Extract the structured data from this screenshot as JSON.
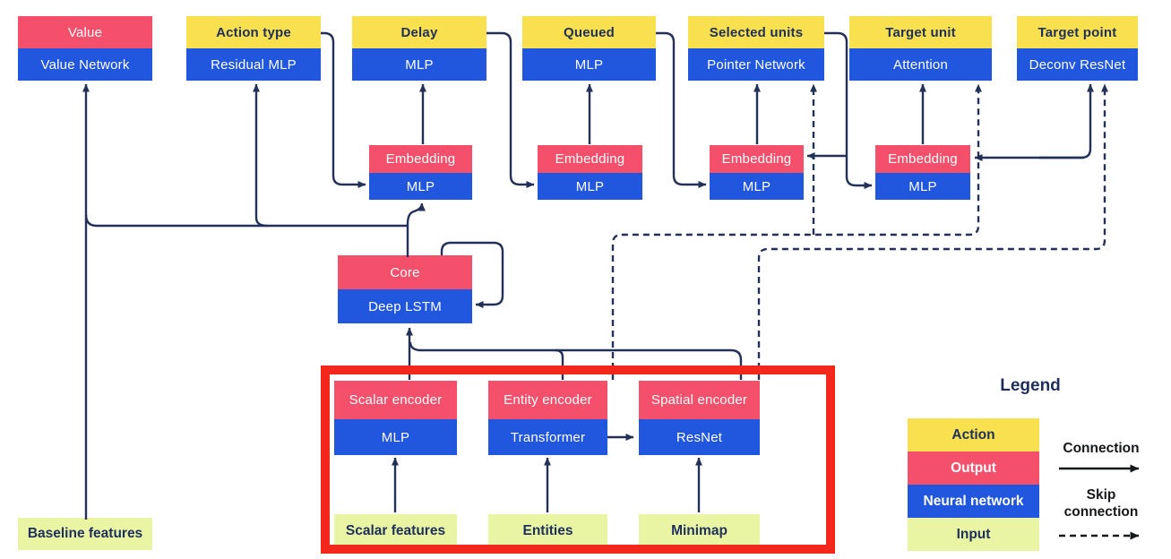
{
  "diagram": {
    "value_head": {
      "output": "Value",
      "network": "Value Network"
    },
    "baseline_input": {
      "label": "Baseline features"
    },
    "heads": [
      {
        "action": "Action type",
        "network": "Residual MLP"
      },
      {
        "action": "Delay",
        "network": "MLP"
      },
      {
        "action": "Queued",
        "network": "MLP"
      },
      {
        "action": "Selected units",
        "network": "Pointer Network"
      },
      {
        "action": "Target unit",
        "network": "Attention"
      },
      {
        "action": "Target point",
        "network": "Deconv ResNet"
      }
    ],
    "embeddings": [
      {
        "output": "Embedding",
        "network": "MLP"
      },
      {
        "output": "Embedding",
        "network": "MLP"
      },
      {
        "output": "Embedding",
        "network": "MLP"
      },
      {
        "output": "Embedding",
        "network": "MLP"
      }
    ],
    "core": {
      "output": "Core",
      "network": "Deep LSTM"
    },
    "encoders": [
      {
        "output": "Scalar encoder",
        "network": "MLP"
      },
      {
        "output": "Entity encoder",
        "network": "Transformer"
      },
      {
        "output": "Spatial encoder",
        "network": "ResNet"
      }
    ],
    "inputs": [
      {
        "label": "Scalar features"
      },
      {
        "label": "Entities"
      },
      {
        "label": "Minimap"
      }
    ]
  },
  "legend": {
    "title": "Legend",
    "items": [
      {
        "label": "Action",
        "color": "#F9E04F",
        "text": "#1F2F5C"
      },
      {
        "label": "Output",
        "color": "#F4506B",
        "text": "#FFFFFF"
      },
      {
        "label": "Neural network",
        "color": "#2156DF",
        "text": "#FFFFFF"
      },
      {
        "label": "Input",
        "color": "#E9F5A3",
        "text": "#1F2F5C"
      }
    ],
    "connection_label": "Connection",
    "skip_connection_label": "Skip connection"
  },
  "colors": {
    "action_yellow": "#F9E04F",
    "output_pink": "#F4506B",
    "network_blue": "#2156DF",
    "input_green": "#E9F5A3",
    "line_navy": "#233159",
    "navy_text": "#1F2F5C",
    "highlight_red": "#F3271B",
    "shadow_pink_1": "#F8B9C9",
    "shadow_blue_1": "#8FACEE",
    "shadow_pink_2": "#FBDCE4",
    "shadow_blue_2": "#C6D6F7",
    "background": "#FFFFFF"
  }
}
